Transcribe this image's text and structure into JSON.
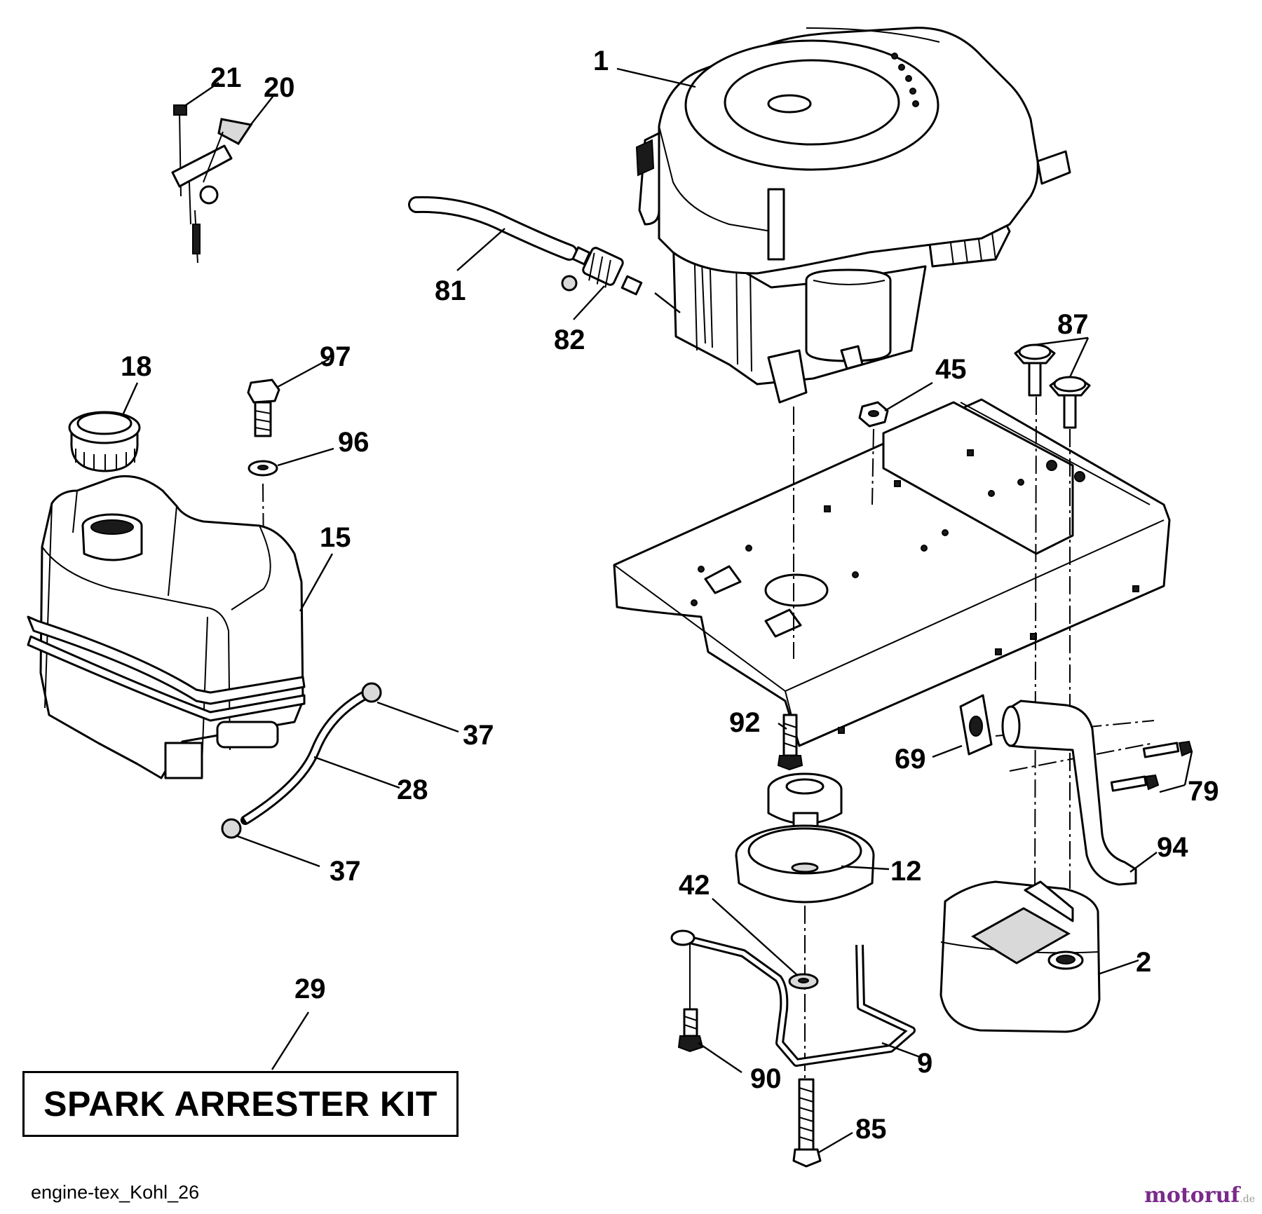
{
  "diagram": {
    "callouts": [
      {
        "id": "1",
        "label": "1"
      },
      {
        "id": "2",
        "label": "2"
      },
      {
        "id": "9",
        "label": "9"
      },
      {
        "id": "12",
        "label": "12"
      },
      {
        "id": "15",
        "label": "15"
      },
      {
        "id": "18",
        "label": "18"
      },
      {
        "id": "20",
        "label": "20"
      },
      {
        "id": "21",
        "label": "21"
      },
      {
        "id": "28",
        "label": "28"
      },
      {
        "id": "29",
        "label": "29"
      },
      {
        "id": "37a",
        "label": "37"
      },
      {
        "id": "37b",
        "label": "37"
      },
      {
        "id": "42",
        "label": "42"
      },
      {
        "id": "45",
        "label": "45"
      },
      {
        "id": "69",
        "label": "69"
      },
      {
        "id": "79",
        "label": "79"
      },
      {
        "id": "81",
        "label": "81"
      },
      {
        "id": "82",
        "label": "82"
      },
      {
        "id": "85",
        "label": "85"
      },
      {
        "id": "87",
        "label": "87"
      },
      {
        "id": "90",
        "label": "90"
      },
      {
        "id": "92",
        "label": "92"
      },
      {
        "id": "94",
        "label": "94"
      },
      {
        "id": "96",
        "label": "96"
      },
      {
        "id": "97",
        "label": "97"
      }
    ],
    "kit_label": "SPARK ARRESTER KIT",
    "footer_code": "engine-tex_Kohl_26",
    "watermark": "motoruf",
    "watermark_tld": ".de"
  }
}
